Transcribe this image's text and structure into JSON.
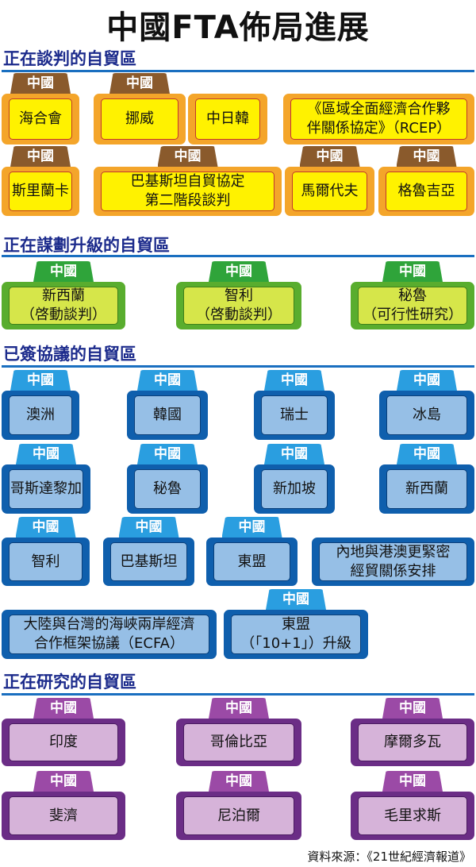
{
  "title": "中國FTA佈局進展",
  "tab_label": "中國",
  "sections": [
    {
      "title": "正在談判的自貿區",
      "color": "#f4a52a",
      "cards": [
        {
          "label": "海合會"
        },
        {
          "label": "挪威"
        },
        {
          "label": "中日韓"
        },
        {
          "label": "《區域全面經濟合作夥\n伴關係協定》（RCEP）"
        },
        {
          "label": "斯里蘭卡"
        },
        {
          "label": "巴基斯坦自貿協定\n第二階段談判"
        },
        {
          "label": "馬爾代夫"
        },
        {
          "label": "格魯吉亞"
        }
      ]
    },
    {
      "title": "正在謀劃升級的自貿區",
      "color": "#59ad2e",
      "cards": [
        {
          "label": "新西蘭\n（啓動談判）"
        },
        {
          "label": "智利\n（啓動談判）"
        },
        {
          "label": "秘魯\n（可行性研究）"
        }
      ]
    },
    {
      "title": "已簽協議的自貿區",
      "color": "#0f5fad",
      "cards": [
        {
          "label": "澳洲"
        },
        {
          "label": "韓國"
        },
        {
          "label": "瑞士"
        },
        {
          "label": "冰島"
        },
        {
          "label": "哥斯達黎加"
        },
        {
          "label": "秘魯"
        },
        {
          "label": "新加坡"
        },
        {
          "label": "新西蘭"
        },
        {
          "label": "智利"
        },
        {
          "label": "巴基斯坦"
        },
        {
          "label": "東盟"
        },
        {
          "label": "內地與港澳更緊密\n經貿關係安排"
        },
        {
          "label": "大陸與台灣的海峽兩岸經濟\n合作框架協議（ECFA）"
        },
        {
          "label": "東盟\n（「10+1」）升級"
        }
      ]
    },
    {
      "title": "正在研究的自貿區",
      "color": "#6b2d86",
      "cards": [
        {
          "label": "印度"
        },
        {
          "label": "哥倫比亞"
        },
        {
          "label": "摩爾多瓦"
        },
        {
          "label": "斐濟"
        },
        {
          "label": "尼泊爾"
        },
        {
          "label": "毛里求斯"
        }
      ]
    }
  ],
  "source": "資料來源：《21世紀經濟報道》"
}
